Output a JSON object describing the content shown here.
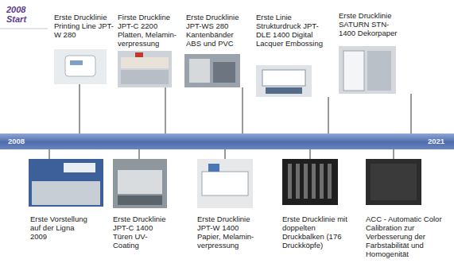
{
  "diagram": {
    "title": "2008 Start",
    "nodes": [
      {
        "text": [
          "2008",
          "2021"
        ]
      }
    ],
    "labels": [
      "Erste Drucklinie Printing Line JPT-W 280",
      "Firste Druckline JPT-C 2200 Platten, Melamin- verpressung",
      "Erste Drucklinie JPT-WS 280 Kantenbänder ABS und PVC",
      "Erste Linie Strukturdruck JPT-DLE 1400 Digital Lacquer Embossing",
      "Erste Drucklinie SATURN STN-1400 Dekorpaper",
      "Erste Vorstellung auf der Ligna 2009",
      "Erste Drucklinie JPT-C 1400 Türen UV-Coating",
      "Erste Drucklinie JPT-W 1400 Papier, Melamin- verpressung",
      "Erste Drucklinie mit doppelten Druckbalken (176 Druckköpfe)",
      "ACC - Automatic Color Calibration zur Verbesserung der Farbstabilität und Homogenität"
    ]
  }
}
